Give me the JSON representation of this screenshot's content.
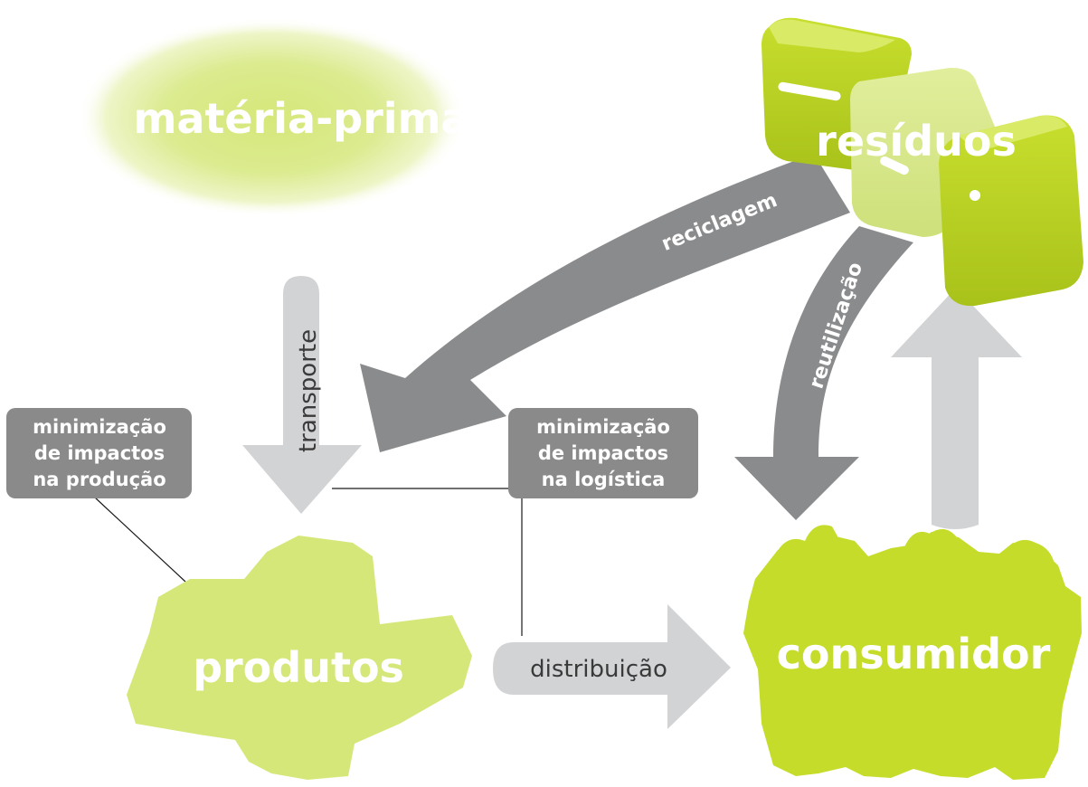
{
  "colors": {
    "green": "#c5dc2a",
    "green_light": "#d8e988",
    "dark_gray": "#8a8b8d",
    "light_gray": "#d2d3d5",
    "label_box": "#8a8a8a",
    "line": "#1a1a1a"
  },
  "nodes": {
    "materia_prima": "matéria-prima",
    "residuos": "resíduos",
    "produtos": "produtos",
    "consumidor": "consumidor"
  },
  "arrows": {
    "reciclagem": "reciclagem",
    "reutilizacao": "reutilização",
    "transporte": "transporte",
    "distribuicao": "distribuição"
  },
  "boxes": {
    "producao": [
      "minimização",
      "de impactos",
      "na produção"
    ],
    "logistica": [
      "minimização",
      "de impactos",
      "na logística"
    ]
  }
}
